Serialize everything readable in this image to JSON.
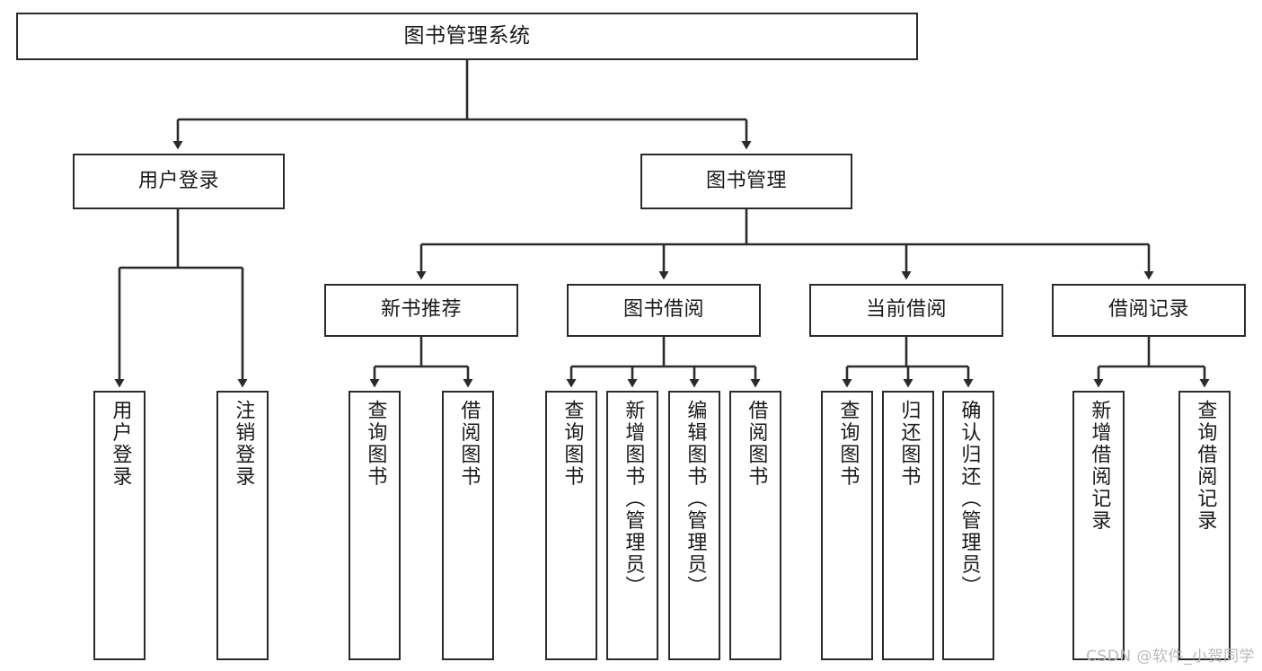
{
  "diagram": {
    "title": "图书管理系统",
    "type": "tree-hierarchy-chart",
    "stroke_color": "#2b2b2b",
    "background_color": "#ffffff",
    "nodes": {
      "root": {
        "label": "图书管理系统"
      },
      "level2": [
        {
          "label": "用户登录"
        },
        {
          "label": "图书管理"
        }
      ],
      "level3": [
        {
          "label": "新书推荐"
        },
        {
          "label": "图书借阅"
        },
        {
          "label": "当前借阅"
        },
        {
          "label": "借阅记录"
        }
      ],
      "leaves_user_login": [
        {
          "label": "用户登录"
        },
        {
          "label": "注销登录"
        }
      ],
      "leaves_new_book": [
        {
          "label": "查询图书"
        },
        {
          "label": "借阅图书"
        }
      ],
      "leaves_borrow": [
        {
          "label": "查询图书"
        },
        {
          "label": "新增图书（管理员）"
        },
        {
          "label": "编辑图书（管理员）"
        },
        {
          "label": "借阅图书"
        }
      ],
      "leaves_current": [
        {
          "label": "查询图书"
        },
        {
          "label": "归还图书"
        },
        {
          "label": "确认归还（管理员）"
        }
      ],
      "leaves_records": [
        {
          "label": "新增借阅记录"
        },
        {
          "label": "查询借阅记录"
        }
      ]
    }
  },
  "watermark": {
    "text": "CSDN @软件_小贺同学"
  }
}
